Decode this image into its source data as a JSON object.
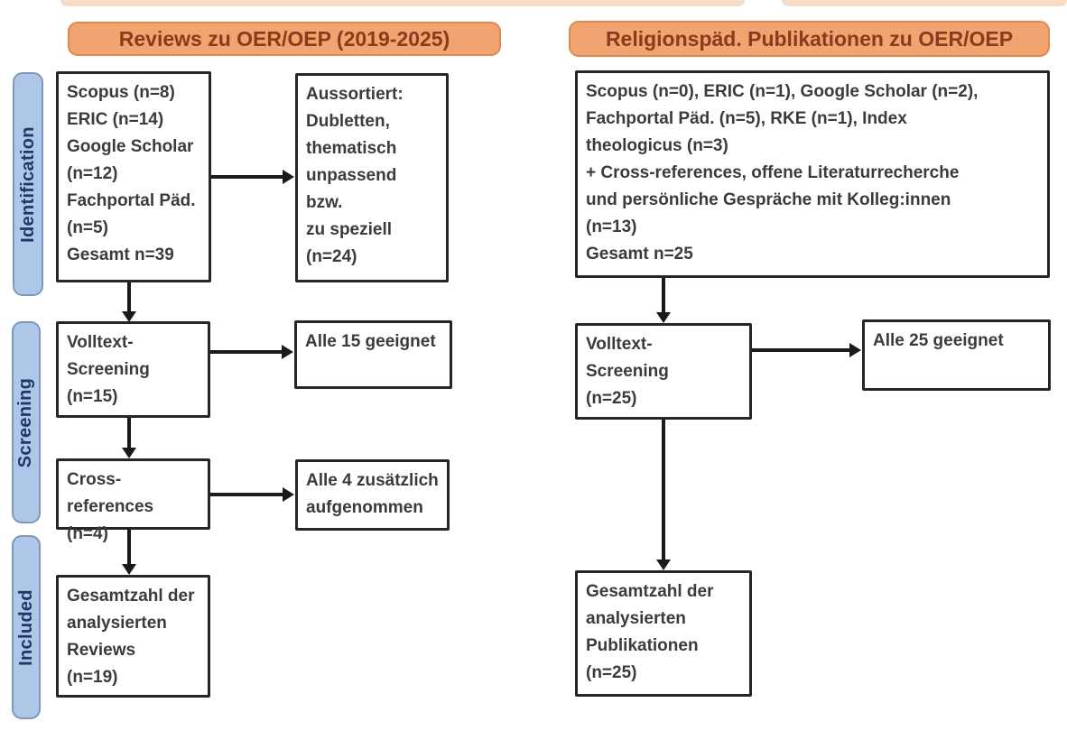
{
  "colors": {
    "header_bg": "#F2A470",
    "header_border": "#DC8950",
    "header_text": "#8A3A1D",
    "stage_bg": "#AEC6E8",
    "stage_border": "#7E98BC",
    "stage_text": "#1F3864",
    "box_border": "#262626",
    "box_text": "#3B3B3B",
    "arrow": "#1A1A1A"
  },
  "headers": {
    "left": "Reviews zu OER/OEP (2019-2025)",
    "right": "Religionspäd. Publikationen zu OER/OEP"
  },
  "stages": {
    "identification": "Identification",
    "screening": "Screening",
    "included": "Included"
  },
  "left_flow": {
    "sources": "Scopus (n=8)\nERIC (n=14)\nGoogle Scholar\n(n=12)\nFachportal Päd.\n(n=5)\nGesamt n=39",
    "excluded": "Aussortiert:\nDubletten,\nthematisch\nunpassend bzw.\nzu speziell\n(n=24)",
    "fulltext": "Volltext-\nScreening\n(n=15)",
    "fulltext_result": "Alle 15 geeignet",
    "crossref": "Cross-references\n(n=4)",
    "crossref_result": "Alle 4 zusätzlich\naufgenommen",
    "total": "Gesamtzahl der\nanalysierten\nReviews\n(n=19)"
  },
  "right_flow": {
    "sources": "Scopus (n=0), ERIC (n=1), Google Scholar (n=2),\nFachportal Päd. (n=5), RKE (n=1), Index\ntheologicus (n=3)\n+ Cross-references, offene Literaturrecherche\nund persönliche Gespräche mit Kolleg:innen\n(n=13)\nGesamt n=25",
    "fulltext": "Volltext-\nScreening\n(n=25)",
    "fulltext_result": "Alle 25 geeignet",
    "total": "Gesamtzahl der\nanalysierten\nPublikationen\n(n=25)"
  }
}
